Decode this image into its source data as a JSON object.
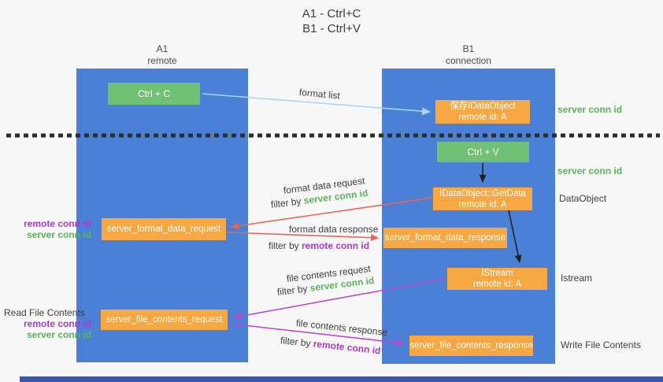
{
  "title": {
    "line1": "A1 - Ctrl+C",
    "line2": "B1 - Ctrl+V"
  },
  "lifelines": {
    "a1": {
      "name": "A1",
      "subtitle": "remote"
    },
    "b1": {
      "name": "B1",
      "subtitle": "connection"
    }
  },
  "nodes": {
    "ctrl_c": {
      "label": "Ctrl + C"
    },
    "ctrl_v": {
      "label": "Ctrl + V"
    },
    "save_idataobject": {
      "line1": "保存IDataObject",
      "line2": "remote id: A"
    },
    "idataobject_getdata": {
      "line1": "IDataObject::GetData",
      "line2": "remote id: A"
    },
    "istream": {
      "line1": "IStream",
      "line2": "remote id: A"
    },
    "server_format_data_request": {
      "label": "server_format_data_request"
    },
    "server_format_data_response": {
      "label": "server_format_data_response"
    },
    "server_file_contents_request": {
      "label": "server_file_contents_request"
    },
    "server_file_contents_response": {
      "label": "server_file_contents_response"
    }
  },
  "labels": {
    "format_list": "format list",
    "format_data_request": "format data request",
    "format_data_response": "format data response",
    "file_contents_request": "file contents request",
    "file_contents_response": "file contents response",
    "filter_by": "filter by",
    "server_conn_id": "server conn id",
    "remote_conn_id": "remote conn id",
    "dataobject": "DataObject",
    "istream": "Istream",
    "read_file_contents": "Read File Contents",
    "write_file_contents": "Write File Contents"
  },
  "colors": {
    "lifeline_blue": "#4a80d5",
    "box_green": "#70c173",
    "box_orange": "#f8a843",
    "label_green": "#58b558",
    "label_purple": "#ab3bc9",
    "arrow_red": "#ec6456",
    "arrow_magenta": "#bf49cf",
    "arrow_lightblue": "#aad4f5",
    "arrow_black": "#222222",
    "separator": "#2e2e2e",
    "bottom_bar": "#3a56a5",
    "text_dark": "#3f3f3f"
  }
}
